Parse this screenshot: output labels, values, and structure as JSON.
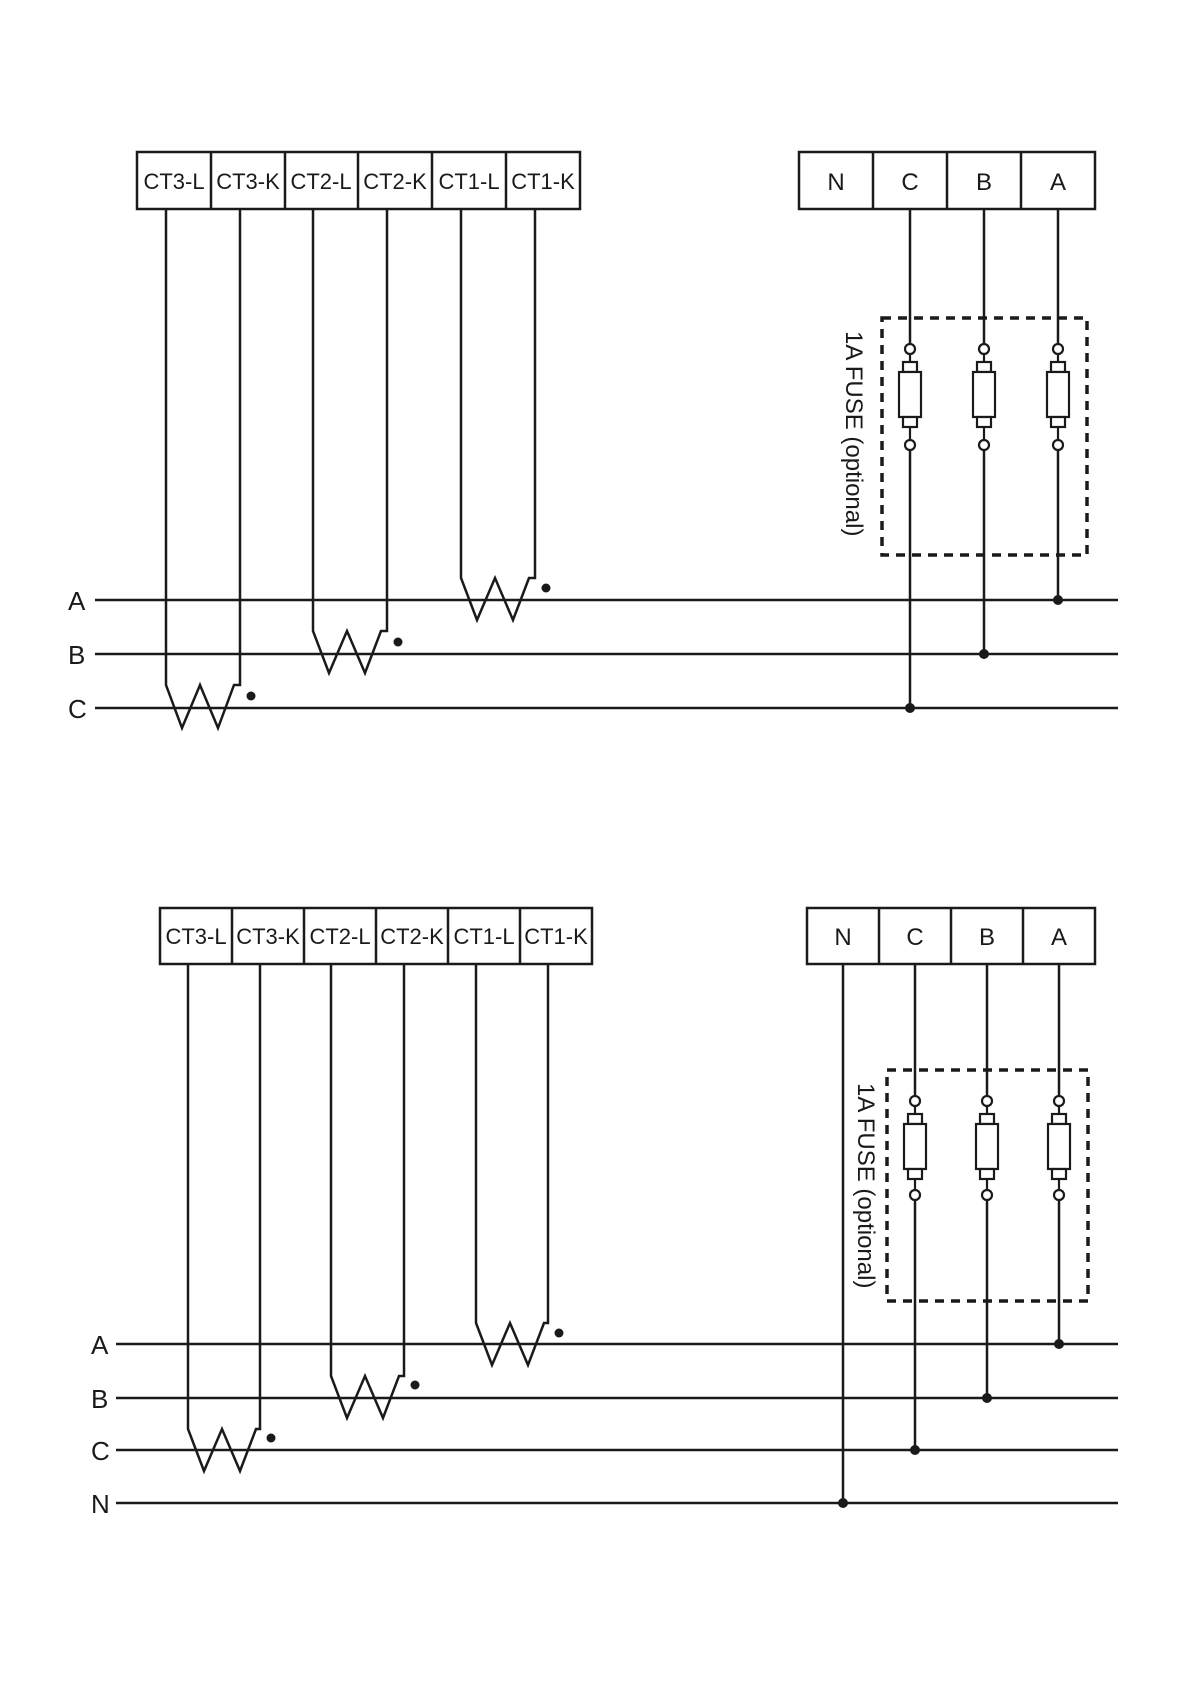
{
  "colors": {
    "ink": "#1a1a1a",
    "background": "#ffffff"
  },
  "diagrams": [
    {
      "ct_terminals": [
        "CT3-L",
        "CT3-K",
        "CT2-L",
        "CT2-K",
        "CT1-L",
        "CT1-K"
      ],
      "voltage_terminals": [
        "N",
        "C",
        "B",
        "A"
      ],
      "lines": [
        "A",
        "B",
        "C"
      ],
      "fuse_label": "1A FUSE (optional)"
    },
    {
      "ct_terminals": [
        "CT3-L",
        "CT3-K",
        "CT2-L",
        "CT2-K",
        "CT1-L",
        "CT1-K"
      ],
      "voltage_terminals": [
        "N",
        "C",
        "B",
        "A"
      ],
      "lines": [
        "A",
        "B",
        "C",
        "N"
      ],
      "fuse_label": "1A FUSE (optional)"
    }
  ]
}
